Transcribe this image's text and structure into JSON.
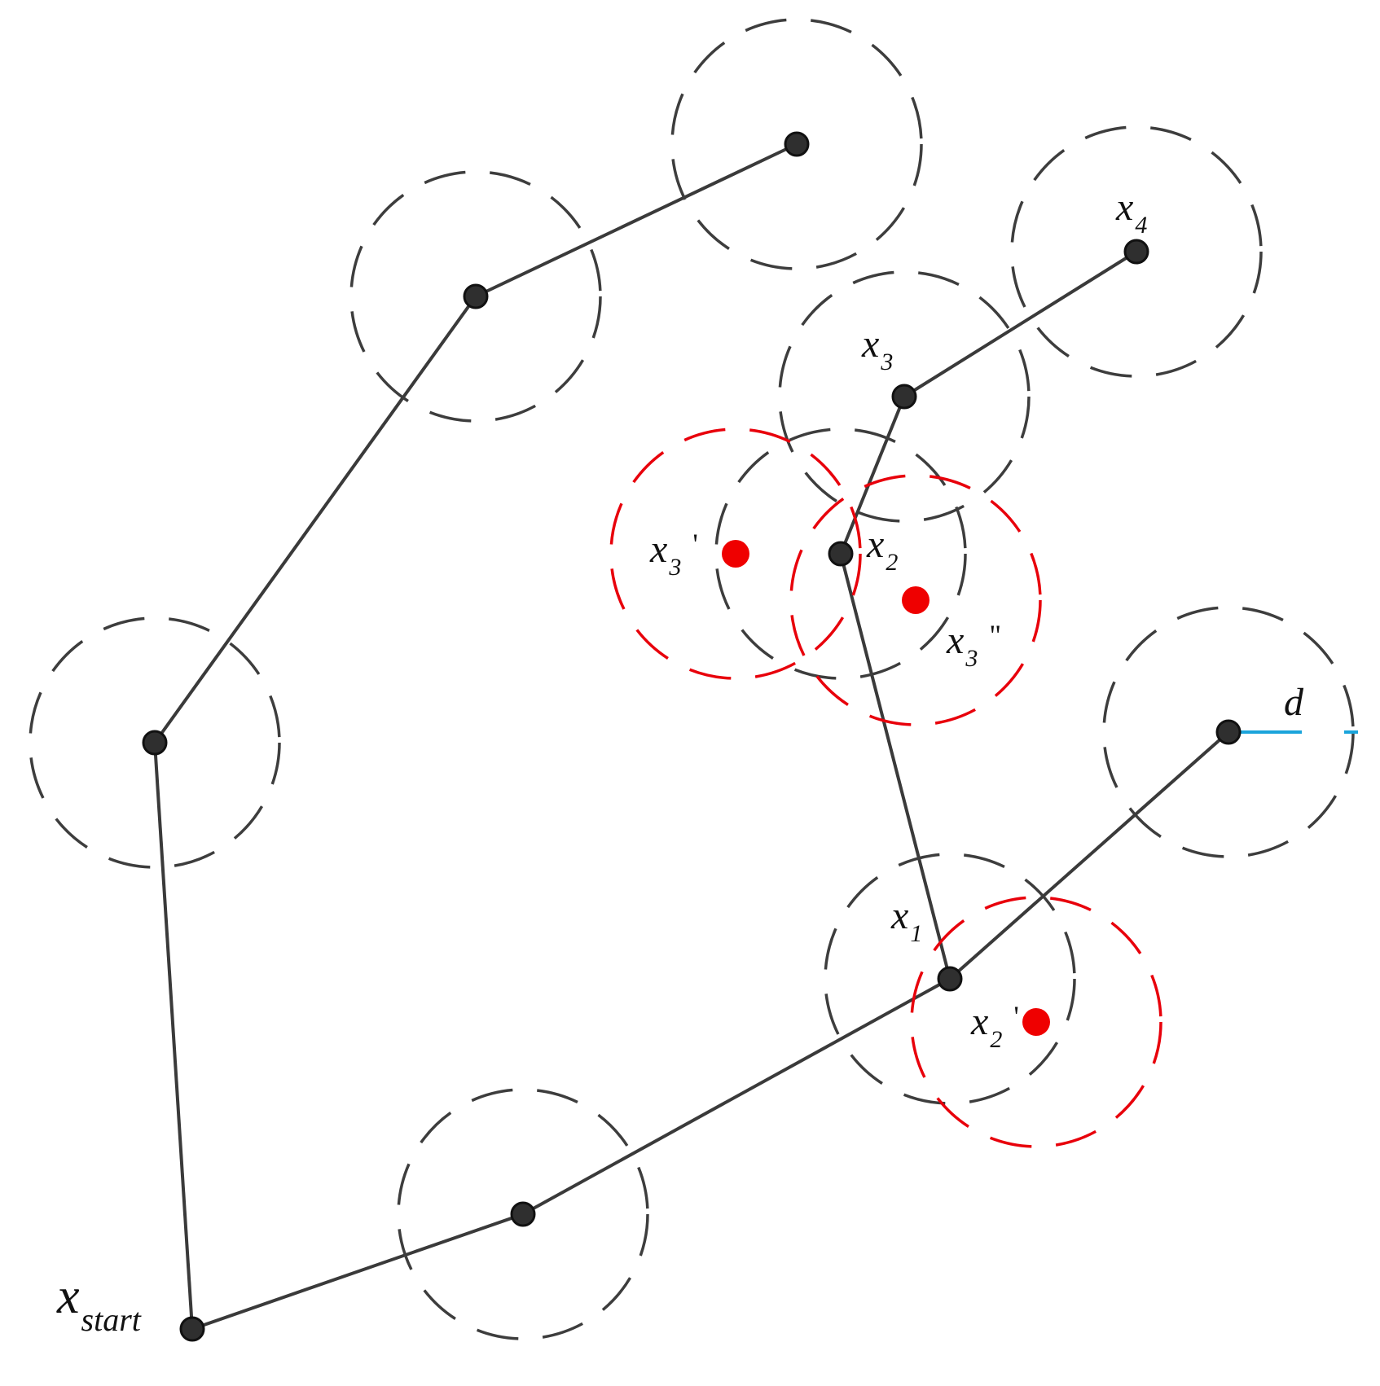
{
  "diagram": {
    "labels": {
      "x_start": {
        "base": "x",
        "sub": "start"
      },
      "x1": {
        "base": "x",
        "sub": "1"
      },
      "x2": {
        "base": "x",
        "sub": "2"
      },
      "x3": {
        "base": "x",
        "sub": "3"
      },
      "x4": {
        "base": "x",
        "sub": "4"
      },
      "x2_prime": {
        "base": "x",
        "sub": "2",
        "mark": "'"
      },
      "x3_prime": {
        "base": "x",
        "sub": "3",
        "mark": "'"
      },
      "x3_double_prime": {
        "base": "x",
        "sub": "3",
        "mark": "\""
      },
      "radius": "d"
    },
    "colors": {
      "path": "#3a3a3a",
      "candidate": "#e8000b",
      "radius_marker": "#1aa4db"
    }
  }
}
